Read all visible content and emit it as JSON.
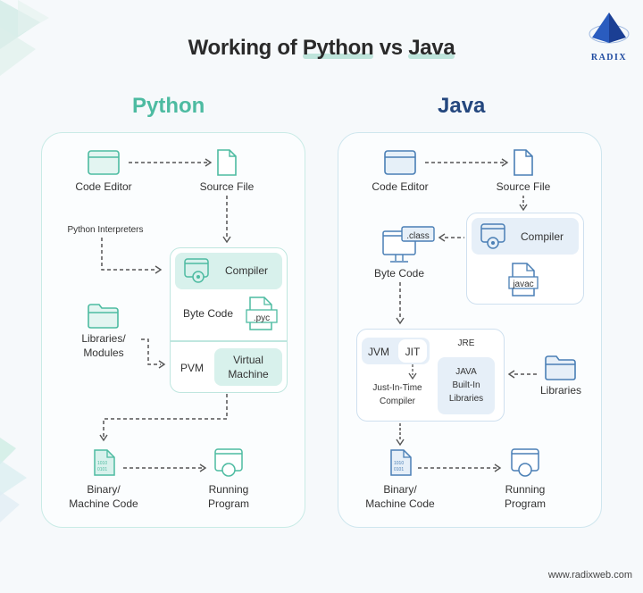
{
  "title": {
    "prefix": "Working of ",
    "python": "Python",
    "vs": " vs ",
    "java": "Java"
  },
  "logo": {
    "text": "RADIX"
  },
  "python": {
    "heading": "Python",
    "accent_color": "#4dbba1",
    "nodes": {
      "code_editor": "Code Editor",
      "source_file": "Source File",
      "interpreters": "Python Interpreters",
      "compiler": "Compiler",
      "byte_code": "Byte Code",
      "pyc": ".pyc",
      "libraries_line1": "Libraries/",
      "libraries_line2": "Modules",
      "pvm": "PVM",
      "vm_line1": "Virtual",
      "vm_line2": "Machine",
      "binary_line1": "Binary/",
      "binary_line2": "Machine Code",
      "running_line1": "Running",
      "running_line2": "Program"
    }
  },
  "java": {
    "heading": "Java",
    "accent_color": "#24477e",
    "nodes": {
      "code_editor": "Code Editor",
      "source_file": "Source File",
      "compiler": "Compiler",
      "javac": "javac",
      "class": ".class",
      "byte_code": "Byte Code",
      "jvm": "JVM",
      "jit": "JIT",
      "jre": "JRE",
      "jit_line1": "Just-In-Time",
      "jit_line2": "Compiler",
      "builtin_line1": "JAVA",
      "builtin_line2": "Built-In",
      "builtin_line3": "Libraries",
      "libraries": "Libraries",
      "binary_line1": "Binary/",
      "binary_line2": "Machine Code",
      "running_line1": "Running",
      "running_line2": "Program"
    }
  },
  "footer": {
    "url": "www.radixweb.com"
  }
}
